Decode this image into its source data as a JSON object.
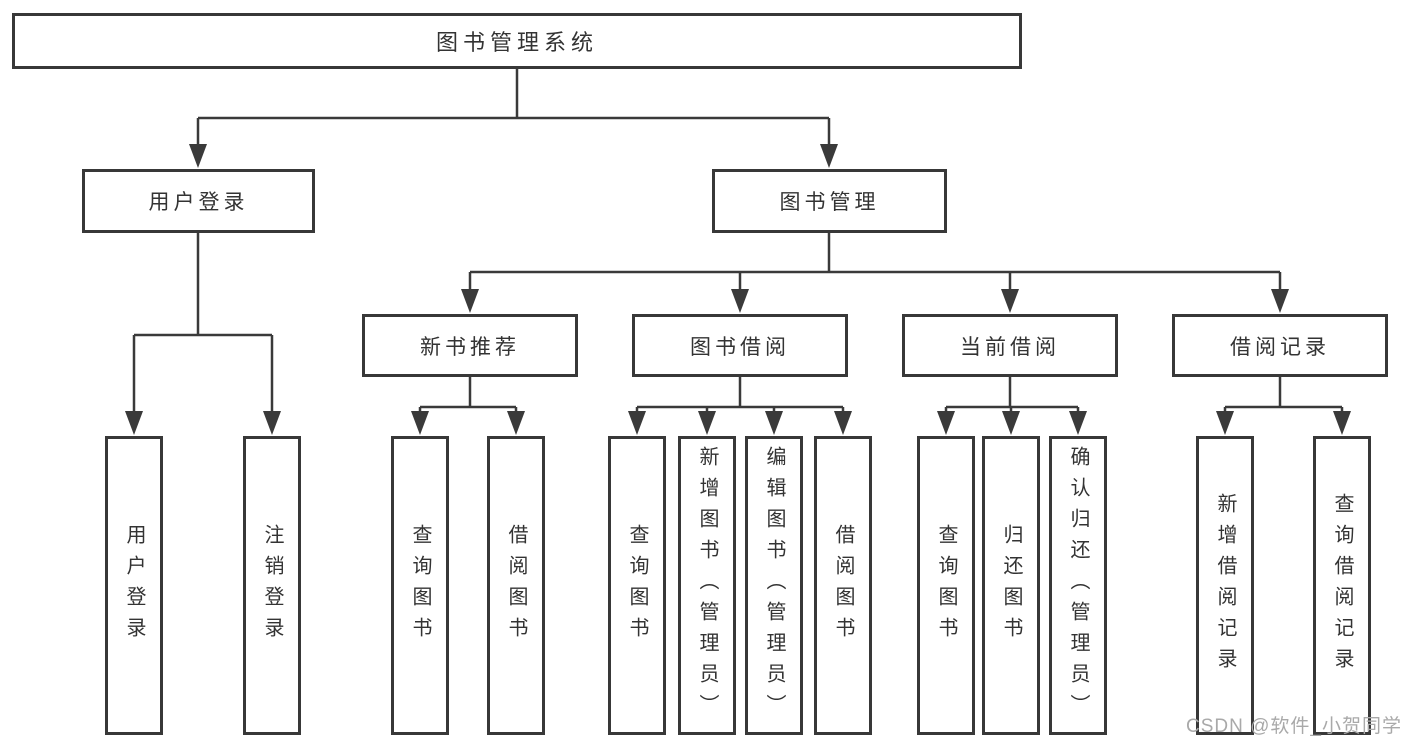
{
  "diagram": {
    "root": {
      "label": "图书管理系统"
    },
    "user_login": {
      "label": "用户登录",
      "children": [
        {
          "label": "用户登录"
        },
        {
          "label": "注销登录"
        }
      ]
    },
    "book_management": {
      "label": "图书管理",
      "sections": [
        {
          "label": "新书推荐",
          "children": [
            {
              "label": "查询图书"
            },
            {
              "label": "借阅图书"
            }
          ]
        },
        {
          "label": "图书借阅",
          "children": [
            {
              "label": "查询图书"
            },
            {
              "label": "新增图书（管理员）"
            },
            {
              "label": "编辑图书（管理员）"
            },
            {
              "label": "借阅图书"
            }
          ]
        },
        {
          "label": "当前借阅",
          "children": [
            {
              "label": "查询图书"
            },
            {
              "label": "归还图书"
            },
            {
              "label": "确认归还（管理员）"
            }
          ]
        },
        {
          "label": "借阅记录",
          "children": [
            {
              "label": "新增借阅记录"
            },
            {
              "label": "查询借阅记录"
            }
          ]
        }
      ]
    }
  },
  "watermark": {
    "text": "CSDN @软件_小贺同学"
  }
}
